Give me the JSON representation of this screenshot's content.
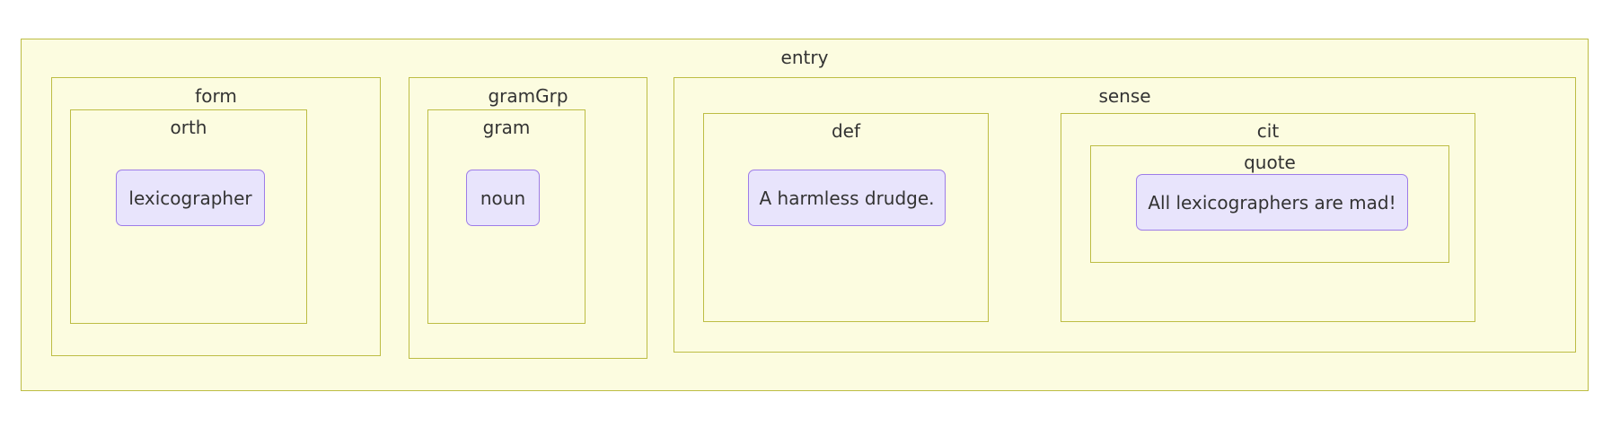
{
  "diagram": {
    "type": "nested-tree-graph",
    "title": "",
    "root": "entry",
    "colors": {
      "cluster_fill": "#fcfce0",
      "cluster_border": "#bdbd44",
      "node_fill": "#e8e4fc",
      "node_border": "#9d7ce8",
      "text": "#333333",
      "canvas": "#ffffff"
    },
    "clusters": {
      "entry": {
        "label": "entry"
      },
      "form": {
        "label": "form"
      },
      "orth": {
        "label": "orth"
      },
      "gramGrp": {
        "label": "gramGrp"
      },
      "gram": {
        "label": "gram"
      },
      "sense": {
        "label": "sense"
      },
      "def": {
        "label": "def"
      },
      "cit": {
        "label": "cit"
      },
      "quote": {
        "label": "quote"
      }
    },
    "nodes": {
      "orth_value": {
        "label": "lexicographer"
      },
      "gram_value": {
        "label": "noun"
      },
      "def_value": {
        "label": "A harmless drudge."
      },
      "quote_value": {
        "label": "All lexicographers are mad!"
      }
    }
  }
}
